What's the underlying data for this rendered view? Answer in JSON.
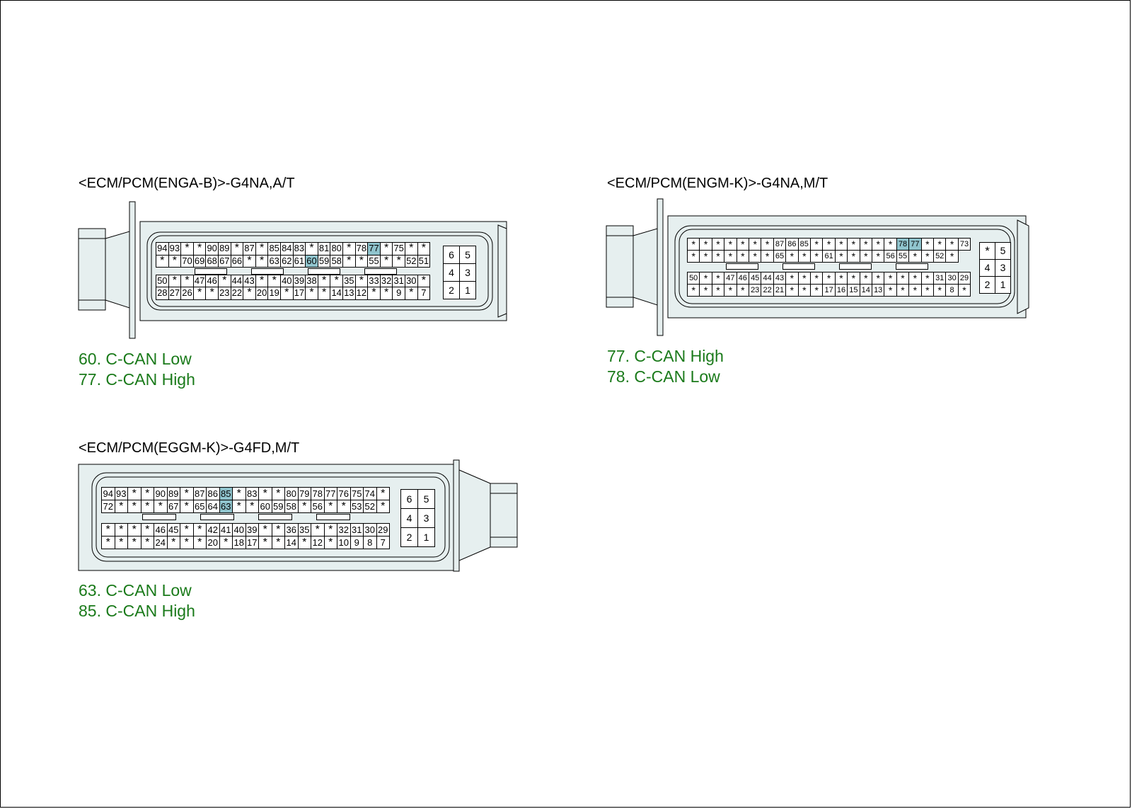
{
  "connectors": [
    {
      "id": "enga-b",
      "title": "<ECM/PCM(ENGA-B)>-G4NA,A/T",
      "legend": [
        "60. C-CAN Low",
        "77. C-CAN High"
      ],
      "highlight": [
        "77",
        "60"
      ],
      "pins": [
        [
          "94",
          "93",
          "*",
          "*",
          "90",
          "89",
          "*",
          "87",
          "*",
          "85",
          "84",
          "83",
          "*",
          "81",
          "80",
          "*",
          "78",
          "77",
          "*",
          "75",
          "*",
          "*"
        ],
        [
          "*",
          "*",
          "70",
          "69",
          "68",
          "67",
          "66",
          "*",
          "*",
          "63",
          "62",
          "61",
          "60",
          "59",
          "58",
          "*",
          "*",
          "55",
          "*",
          "*",
          "52",
          "51"
        ],
        [
          "50",
          "*",
          "*",
          "47",
          "46",
          "*",
          "44",
          "43",
          "*",
          "*",
          "40",
          "39",
          "38",
          "*",
          "*",
          "35",
          "*",
          "33",
          "32",
          "31",
          "30",
          "*"
        ],
        [
          "28",
          "27",
          "26",
          "*",
          "*",
          "23",
          "22",
          "*",
          "20",
          "19",
          "*",
          "17",
          "*",
          "*",
          "14",
          "13",
          "12",
          "*",
          "*",
          "9",
          "*",
          "7"
        ]
      ],
      "aux_pins": [
        "6",
        "5",
        "4",
        "3",
        "2",
        "1"
      ]
    },
    {
      "id": "engm-k",
      "title": "<ECM/PCM(ENGM-K)>-G4NA,M/T",
      "legend": [
        "77. C-CAN High",
        "78. C-CAN Low"
      ],
      "highlight": [
        "78",
        "77"
      ],
      "pins": [
        [
          "*",
          "*",
          "*",
          "*",
          "*",
          "*",
          "*",
          "87",
          "86",
          "85",
          "*",
          "*",
          "*",
          "*",
          "*",
          "*",
          "*",
          "78",
          "77",
          "*",
          "*",
          "*",
          "73"
        ],
        [
          "*",
          "*",
          "*",
          "*",
          "*",
          "*",
          "*",
          "65",
          "*",
          "*",
          "*",
          "61",
          "*",
          "*",
          "*",
          "*",
          "56",
          "55",
          "*",
          "*",
          "52",
          "*"
        ],
        [
          "50",
          "*",
          "*",
          "47",
          "46",
          "45",
          "44",
          "43",
          "*",
          "*",
          "*",
          "*",
          "*",
          "*",
          "*",
          "*",
          "*",
          "*",
          "*",
          "*",
          "31",
          "30",
          "29"
        ],
        [
          "*",
          "*",
          "*",
          "*",
          "*",
          "23",
          "22",
          "21",
          "*",
          "*",
          "*",
          "17",
          "16",
          "15",
          "14",
          "13",
          "*",
          "*",
          "*",
          "*",
          "*",
          "8",
          "*"
        ]
      ],
      "aux_pins": [
        "*",
        "5",
        "4",
        "3",
        "2",
        "1"
      ]
    },
    {
      "id": "eggm-k",
      "title": "<ECM/PCM(EGGM-K)>-G4FD,M/T",
      "legend": [
        "63. C-CAN Low",
        "85. C-CAN High"
      ],
      "highlight": [
        "85",
        "63"
      ],
      "pins": [
        [
          "94",
          "93",
          "*",
          "*",
          "90",
          "89",
          "*",
          "87",
          "86",
          "85",
          "*",
          "83",
          "*",
          "*",
          "80",
          "79",
          "78",
          "77",
          "76",
          "75",
          "74",
          "*"
        ],
        [
          "72",
          "*",
          "*",
          "*",
          "*",
          "67",
          "*",
          "65",
          "64",
          "63",
          "*",
          "*",
          "60",
          "59",
          "58",
          "*",
          "56",
          "*",
          "*",
          "53",
          "52",
          "*"
        ],
        [
          "*",
          "*",
          "*",
          "*",
          "46",
          "45",
          "*",
          "*",
          "42",
          "41",
          "40",
          "39",
          "*",
          "*",
          "36",
          "35",
          "*",
          "*",
          "32",
          "31",
          "30",
          "29"
        ],
        [
          "*",
          "*",
          "*",
          "*",
          "24",
          "*",
          "*",
          "*",
          "20",
          "*",
          "18",
          "17",
          "*",
          "*",
          "14",
          "*",
          "12",
          "*",
          "10",
          "9",
          "8",
          "7"
        ]
      ],
      "aux_pins": [
        "6",
        "5",
        "4",
        "3",
        "2",
        "1"
      ]
    }
  ]
}
